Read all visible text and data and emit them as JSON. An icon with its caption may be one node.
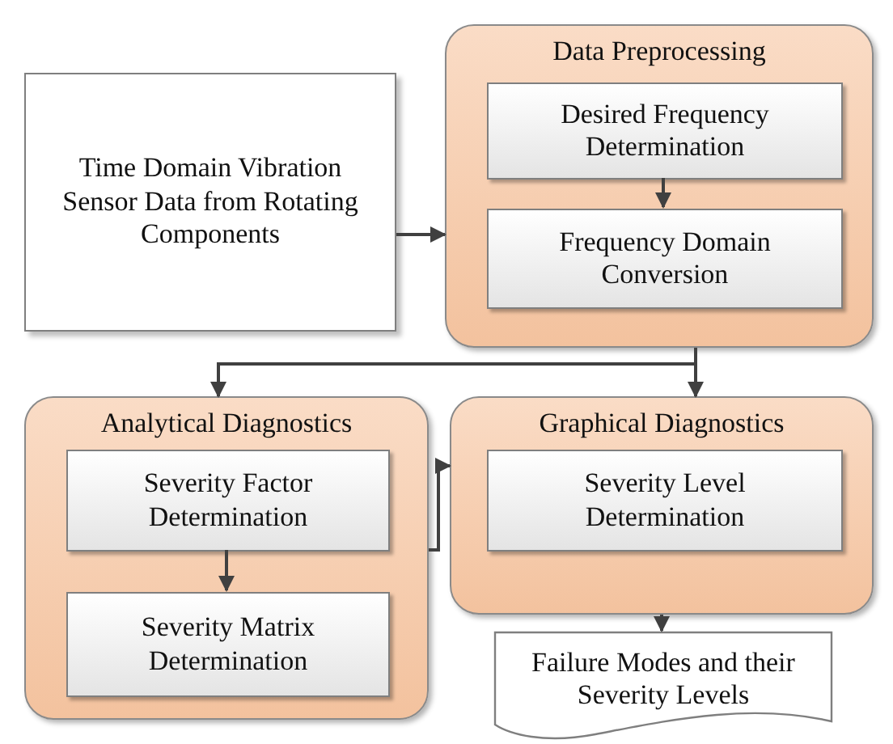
{
  "diagram": {
    "nodes": [
      {
        "text": [
          "Time Domain Vibration Sensor Data from Rotating Components"
        ]
      },
      {
        "text": [
          "Data Preprocessing"
        ]
      },
      {
        "text": [
          "Desired Frequency Determination"
        ],
        "in": 1
      },
      {
        "text": [
          "Frequency Domain Conversion"
        ],
        "in": 1
      },
      {
        "text": [
          "Analytical Diagnostics"
        ]
      },
      {
        "text": [
          "Severity Factor Determination"
        ],
        "in": 4
      },
      {
        "text": [
          "Severity Matrix Determination"
        ],
        "in": 4
      },
      {
        "text": [
          "Graphical Diagnostics"
        ]
      },
      {
        "text": [
          "Severity Level Determination"
        ],
        "in": 7
      },
      {
        "text": [
          "Failure Modes and their Severity Levels"
        ]
      }
    ],
    "edges": [
      {
        "from": 0,
        "to": 1,
        "arrow": "to"
      },
      {
        "from": 2,
        "to": 3,
        "arrow": "to"
      },
      {
        "from": 1,
        "to": 4,
        "arrow": "to"
      },
      {
        "from": 1,
        "to": 7,
        "arrow": "to"
      },
      {
        "from": 5,
        "to": 6,
        "arrow": "to"
      },
      {
        "from": 4,
        "to": 7,
        "arrow": "to"
      },
      {
        "from": 7,
        "to": 9,
        "arrow": "to"
      }
    ]
  }
}
